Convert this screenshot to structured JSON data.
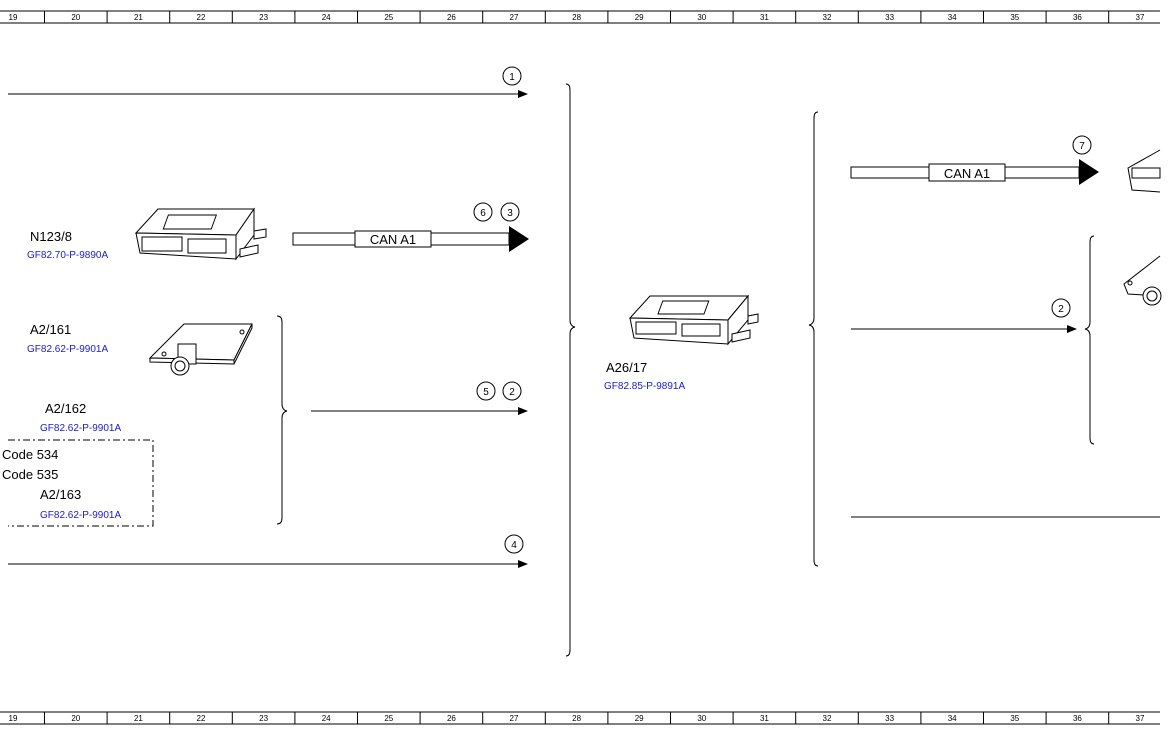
{
  "colors": {
    "line": "#000000",
    "link": "#1a1acc",
    "background": "#ffffff"
  },
  "ruler": {
    "top": [
      "19",
      "20",
      "21",
      "22",
      "23",
      "24",
      "25",
      "26",
      "27",
      "28",
      "29",
      "30",
      "31",
      "32",
      "33",
      "34",
      "35",
      "36",
      "37"
    ],
    "bottom": [
      "19",
      "20",
      "21",
      "22",
      "23",
      "24",
      "25",
      "26",
      "27",
      "28",
      "29",
      "30",
      "31",
      "32",
      "33",
      "34",
      "35",
      "36",
      "37"
    ]
  },
  "components": {
    "n123_8": {
      "label": "N123/8",
      "ref": "GF82.70-P-9890A",
      "icon": "control-unit-icon"
    },
    "a2_161": {
      "label": "A2/161",
      "ref": "GF82.62-P-9901A",
      "icon": "antenna-module-icon"
    },
    "a2_162": {
      "label": "A2/162",
      "ref": "GF82.62-P-9901A"
    },
    "a2_163": {
      "label": "A2/163",
      "ref": "GF82.62-P-9901A"
    },
    "a26_17": {
      "label": "A26/17",
      "ref": "GF82.85-P-9891A",
      "icon": "control-unit-icon"
    }
  },
  "codes": {
    "code1": "Code 534",
    "code2": "Code 535"
  },
  "buses": {
    "left": "CAN A1",
    "right": "CAN A1"
  },
  "markers": {
    "m1": "1",
    "m6": "6",
    "m3": "3",
    "m5": "5",
    "m2a": "2",
    "m4": "4",
    "m7": "7",
    "m2b": "2"
  }
}
